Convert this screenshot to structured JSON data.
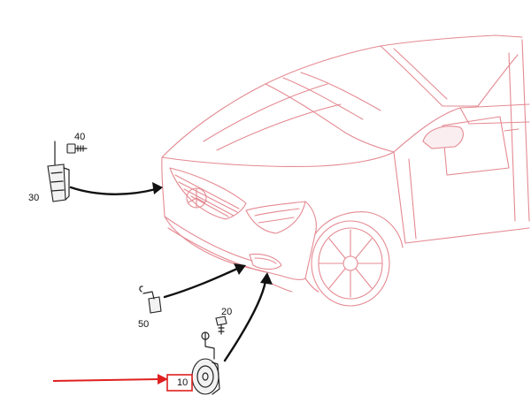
{
  "callouts": {
    "part_10": "10",
    "part_20": "20",
    "part_30": "30",
    "part_40": "40",
    "part_50": "50"
  },
  "highlight": {
    "target": "10",
    "color": "#e02020"
  },
  "colors": {
    "vehicle_outline": "#e48a92",
    "part_outline": "#222222",
    "arrow": "#111111"
  },
  "icons": [
    "horn-icon",
    "bolt-icon",
    "bracket-icon",
    "screw-icon",
    "sensor-plug-icon"
  ]
}
